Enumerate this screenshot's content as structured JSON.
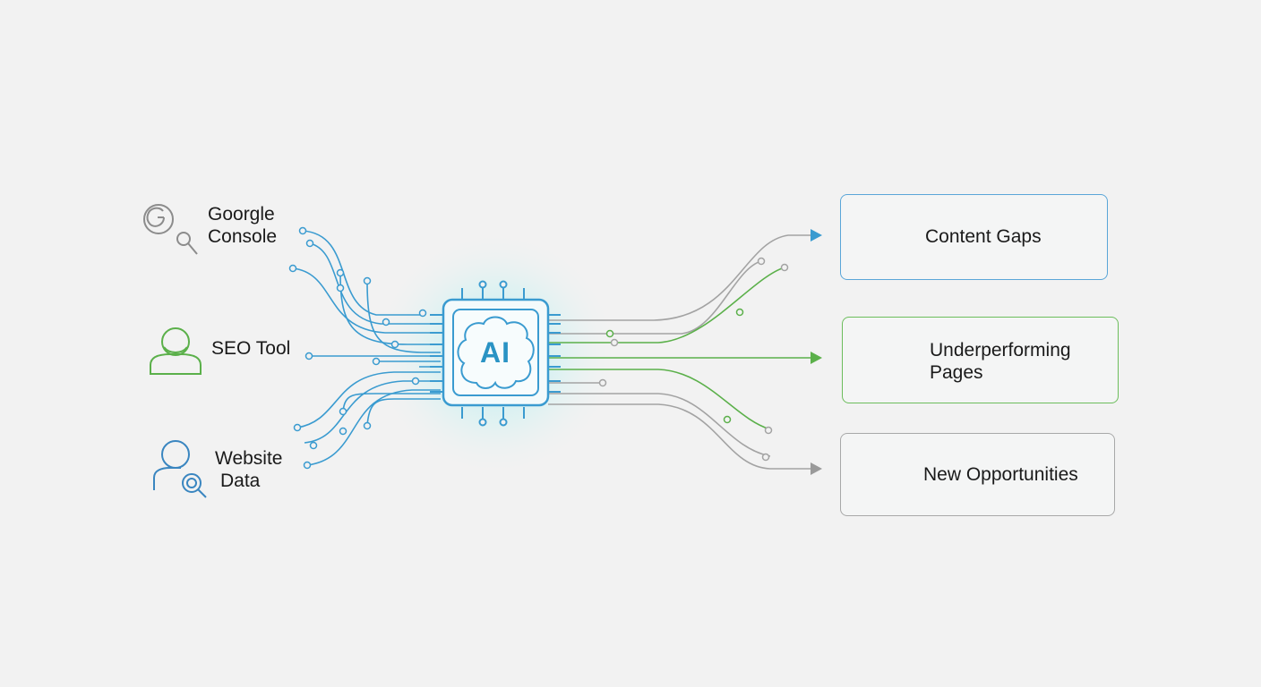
{
  "inputs": {
    "google": {
      "line1": "Goorgle",
      "line2": "Console"
    },
    "seo": {
      "label": "SEO Tool"
    },
    "website": {
      "line1": "Website",
      "line2": "Data"
    }
  },
  "processor": {
    "label": "AI"
  },
  "outputs": {
    "content_gaps": {
      "label": "Content Gaps"
    },
    "underperforming": {
      "line1": "Underperforming",
      "line2": "Pages"
    },
    "new_opportunities": {
      "label": "New Opportunities"
    }
  },
  "icons": [
    "google-search-icon",
    "seo-user-icon",
    "website-search-icon",
    "ai-brain-icon",
    "brain-search-icon",
    "growth-plant-icon",
    "ai-document-chart-icon"
  ],
  "colors": {
    "blue": "#3a9bd0",
    "green": "#5bb04a",
    "gray": "#9a9a9a",
    "glow": "#7fe0e8"
  }
}
